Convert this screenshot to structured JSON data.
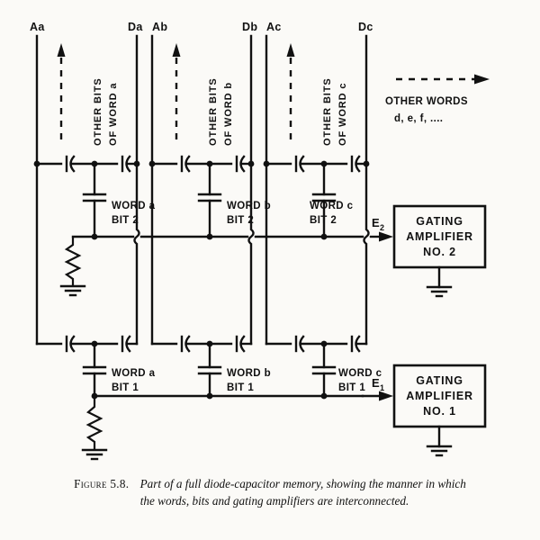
{
  "figure": {
    "caption_label": "Figure 5.8.",
    "caption_line1": "Part of a full diode-capacitor memory, showing the manner in which",
    "caption_line2": "the words, bits and gating amplifiers are interconnected."
  },
  "terminals": [
    {
      "id": "Aa",
      "label": "Aa"
    },
    {
      "id": "Da",
      "label": "Da"
    },
    {
      "id": "Ab",
      "label": "Ab"
    },
    {
      "id": "Db",
      "label": "Db"
    },
    {
      "id": "Ac",
      "label": "Ac"
    },
    {
      "id": "Dc",
      "label": "Dc"
    }
  ],
  "other_bits_annotations": [
    {
      "line1": "OTHER BITS",
      "line2": "OF WORD a"
    },
    {
      "line1": "OTHER BITS",
      "line2": "OF WORD b"
    },
    {
      "line1": "OTHER BITS",
      "line2": "OF WORD c"
    }
  ],
  "other_words": {
    "line1": "OTHER WORDS",
    "line2": "d, e, f, ...."
  },
  "cells": [
    {
      "word_line": "WORD a",
      "bit_line": "BIT 2"
    },
    {
      "word_line": "WORD b",
      "bit_line": "BIT 2"
    },
    {
      "word_line": "WORD c",
      "bit_line": "BIT 2"
    },
    {
      "word_line": "WORD a",
      "bit_line": "BIT 1"
    },
    {
      "word_line": "WORD b",
      "bit_line": "BIT 1"
    },
    {
      "word_line": "WORD c",
      "bit_line": "BIT 1"
    }
  ],
  "outputs": [
    {
      "symbol": "E",
      "subscript": "2"
    },
    {
      "symbol": "E",
      "subscript": "1"
    }
  ],
  "amplifiers": [
    {
      "line1": "GATING",
      "line2": "AMPLIFIER",
      "line3": "NO. 2"
    },
    {
      "line1": "GATING",
      "line2": "AMPLIFIER",
      "line3": "NO. 1"
    }
  ],
  "colors": {
    "ink": "#111111",
    "paper": "#fbfaf7"
  }
}
